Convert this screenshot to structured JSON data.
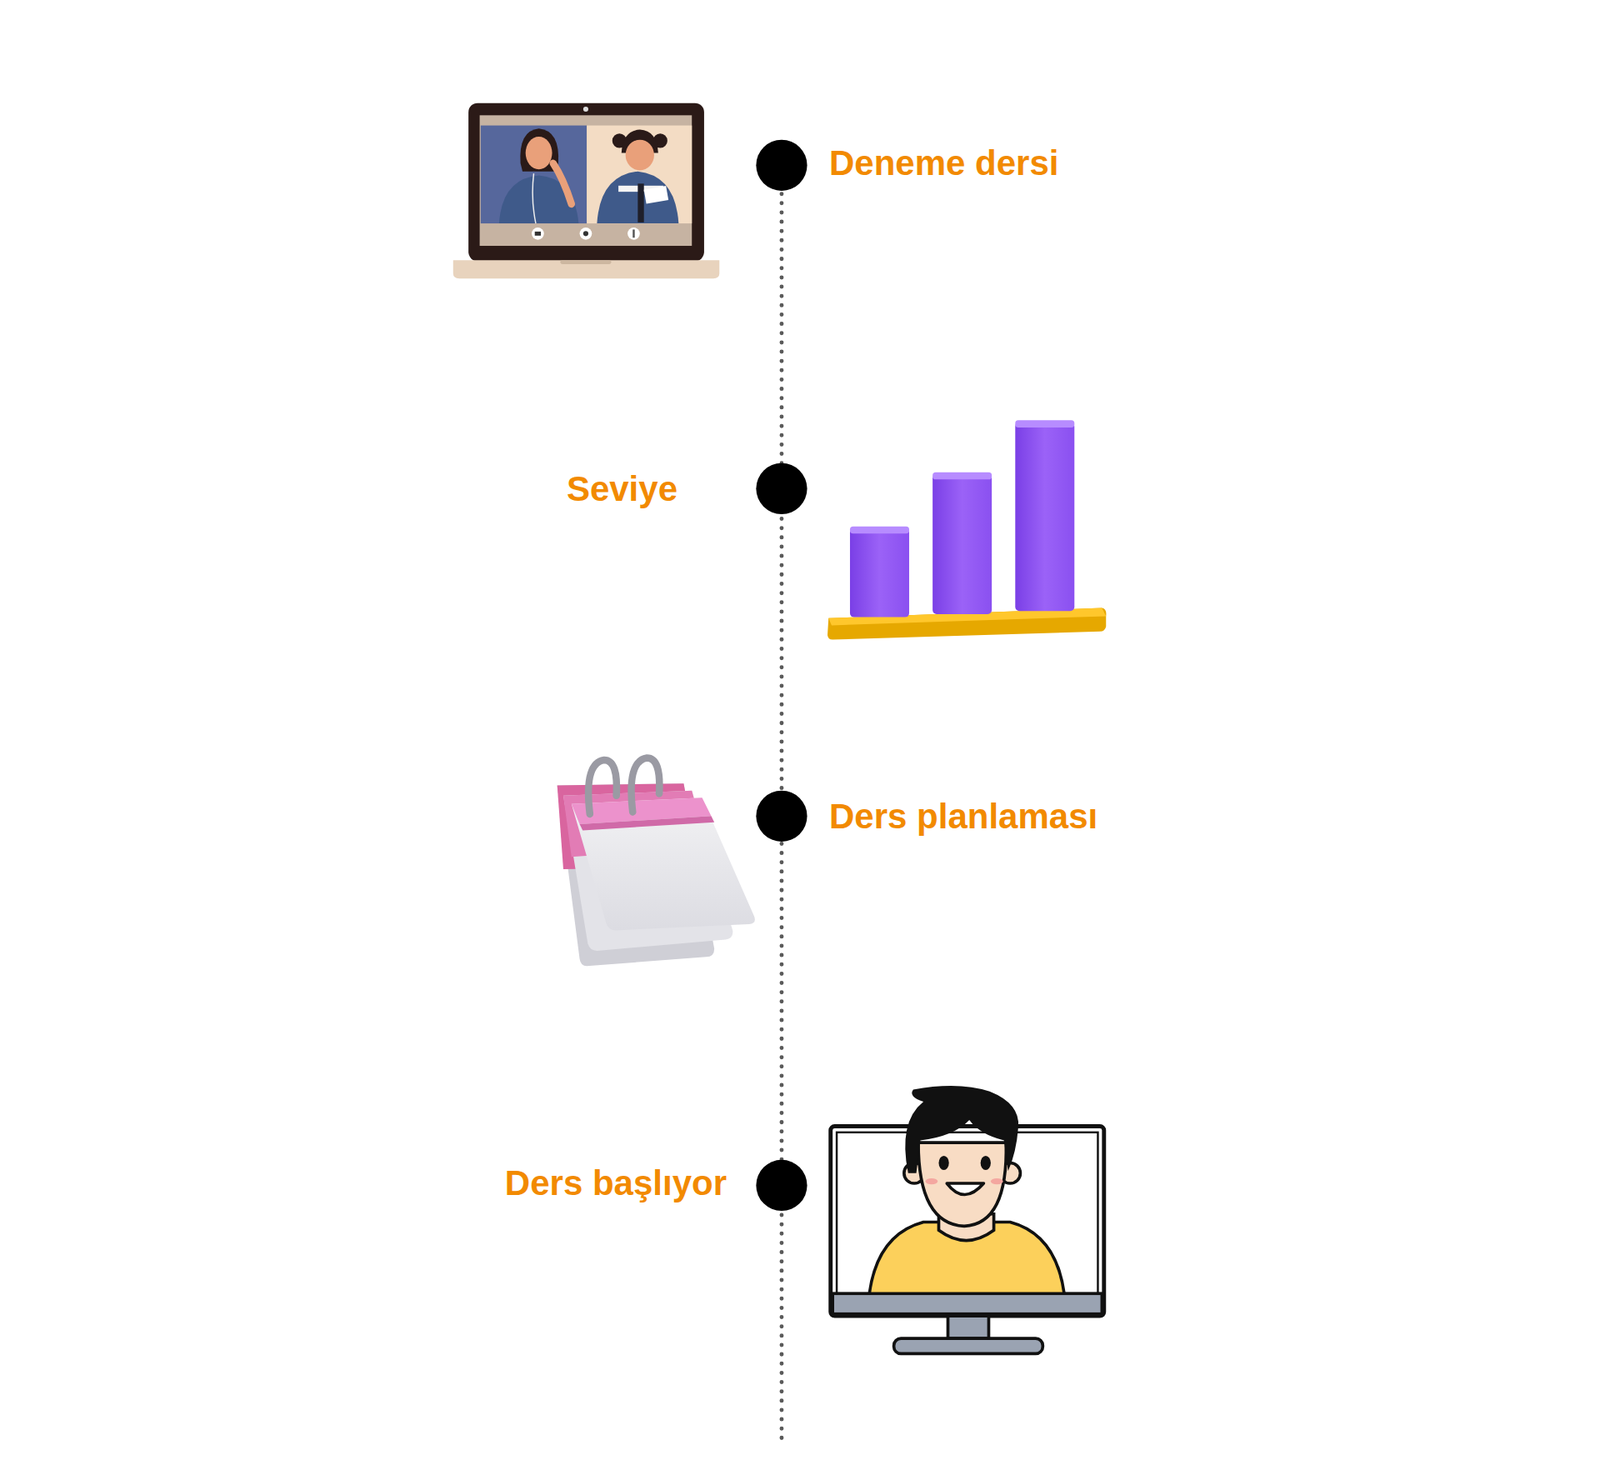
{
  "diagram": {
    "labels": [
      "Deneme dersi",
      "Seviye",
      "Ders planlaması",
      "Ders başlıyor"
    ]
  }
}
